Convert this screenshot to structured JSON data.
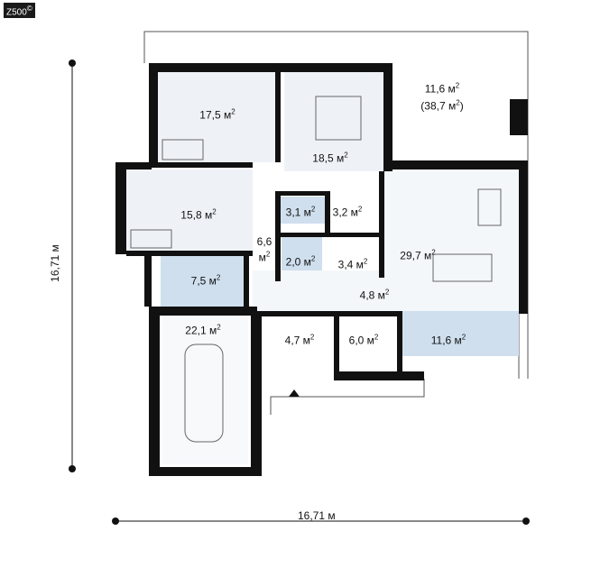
{
  "logo": "Z500",
  "logo_mark": "©",
  "unit_sup": "2",
  "dimensions": {
    "width": "16,71 м",
    "depth": "16,71 м"
  },
  "rooms": [
    {
      "id": "bedroom-1",
      "area": "17,5 м"
    },
    {
      "id": "master-bedroom",
      "area": "18,5 м"
    },
    {
      "id": "terrace",
      "area": "11,6 м",
      "area_total": "(38,7 м"
    },
    {
      "id": "bedroom-2",
      "area": "15,8 м"
    },
    {
      "id": "bathroom",
      "area": "3,1 м"
    },
    {
      "id": "wardrobe-1",
      "area": "3,2 м"
    },
    {
      "id": "hall",
      "area": "6,6",
      "area_unit": "м"
    },
    {
      "id": "living-room",
      "area": "29,7 м"
    },
    {
      "id": "wc",
      "area": "2,0 м"
    },
    {
      "id": "wardrobe-2",
      "area": "3,4 м"
    },
    {
      "id": "bathroom-2",
      "area": "7,5 м"
    },
    {
      "id": "corridor",
      "area": "4,8 м"
    },
    {
      "id": "garage",
      "area": "22,1 м"
    },
    {
      "id": "vestibule",
      "area": "4,7 м"
    },
    {
      "id": "utility",
      "area": "6,0 м"
    },
    {
      "id": "kitchen",
      "area": "11,6 м"
    }
  ],
  "colors": {
    "wall": "#111111",
    "room": "#eef2f7",
    "wet": "#cfdfee",
    "line": "#333333"
  }
}
